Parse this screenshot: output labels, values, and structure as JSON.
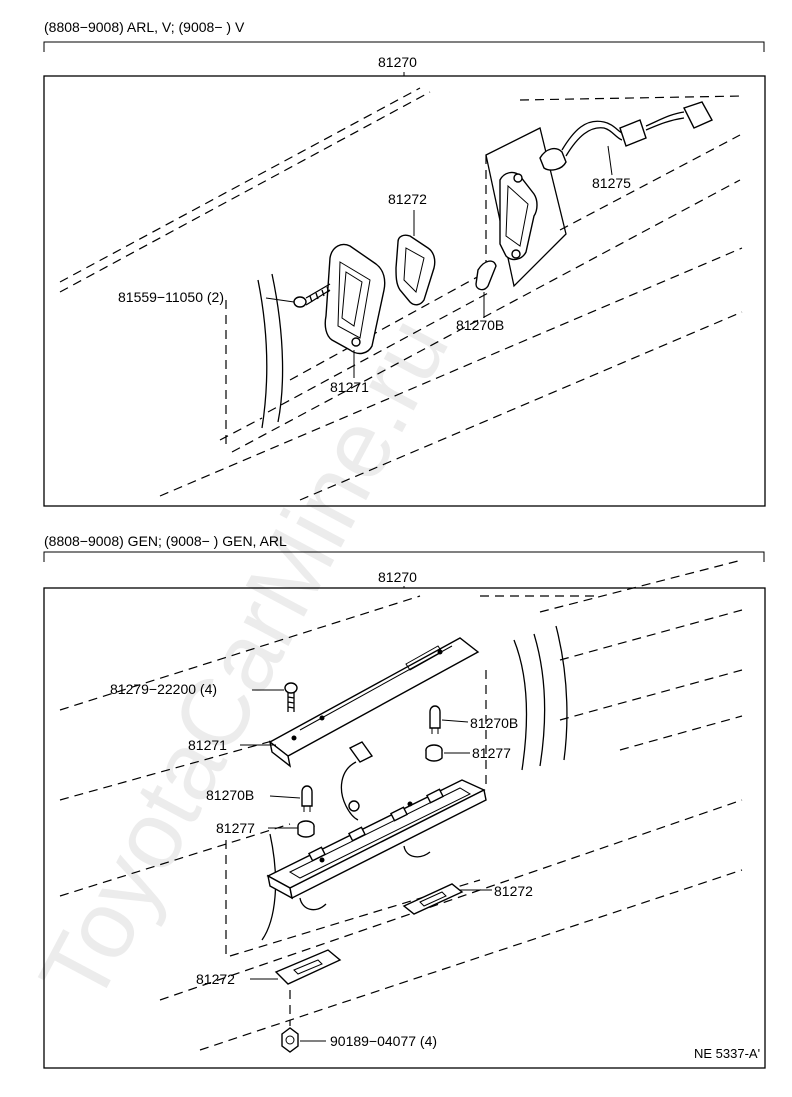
{
  "watermark": "ToyotaCarMine.ru",
  "drawing_id": "NE 5337-A'",
  "sections": [
    {
      "heading": "(8808−9008) ARL, V; (9008−          ) V",
      "assembly": "81270",
      "labels": {
        "wire_harness": "81275",
        "gasket": "81272",
        "screw": "81559−11050 (2)",
        "bulb": "81270B",
        "lens": "81271"
      }
    },
    {
      "heading": "(8808−9008) GEN; (9008−          ) GEN, ARL",
      "assembly": "81270",
      "labels": {
        "screw": "81279−22200 (4)",
        "bulb_right": "81270B",
        "lens": "81271",
        "socket_right": "81277",
        "bulb_left": "81270B",
        "socket_left": "81277",
        "gasket_right": "81272",
        "gasket_left": "81272",
        "nut": "90189−04077 (4)"
      }
    }
  ]
}
